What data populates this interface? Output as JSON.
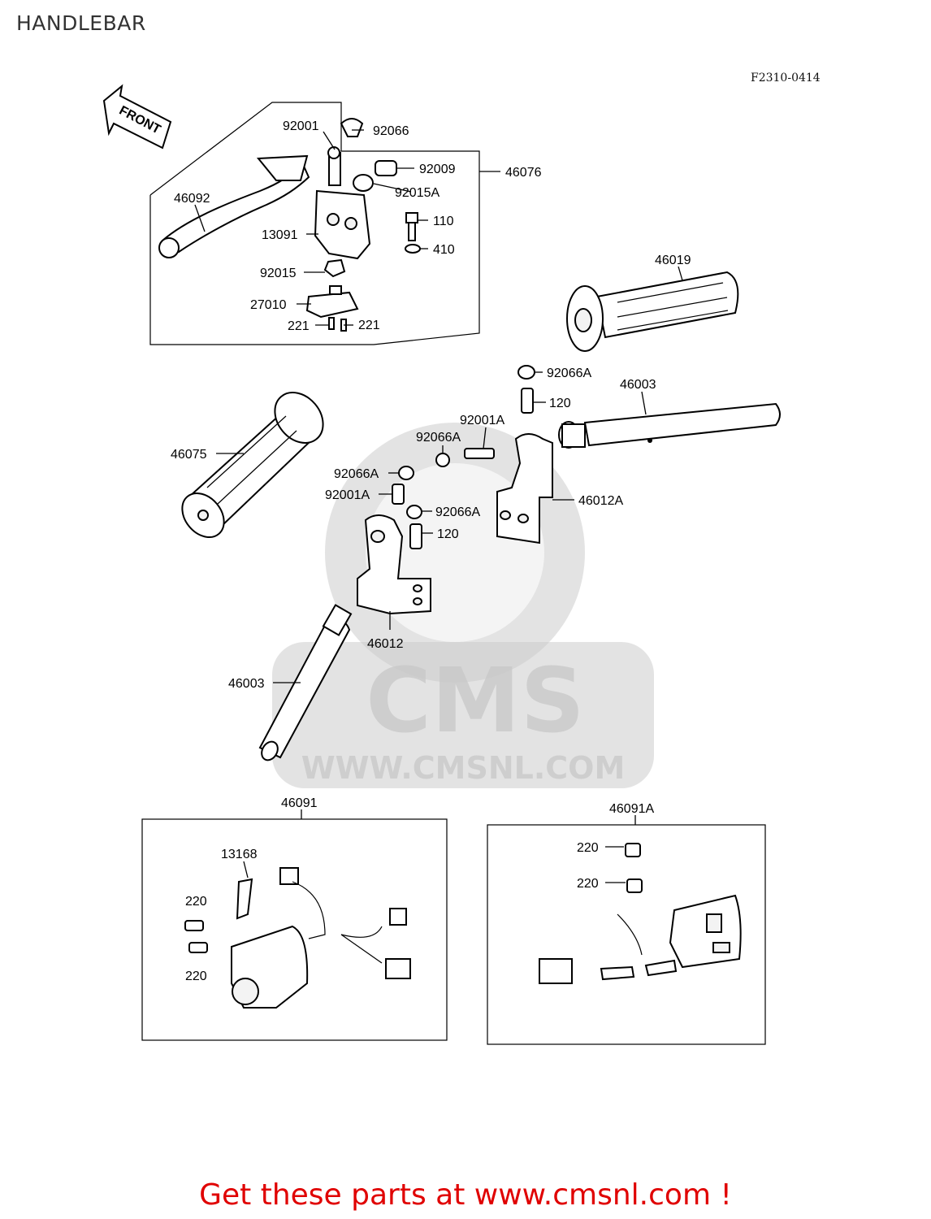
{
  "header": {
    "title": "HANDLEBAR",
    "figure_code": "F2310-0414"
  },
  "watermark": {
    "brand": "CMS",
    "url": "WWW.CMSNL.COM"
  },
  "footer": {
    "cta": "Get these parts at www.cmsnl.com !"
  },
  "diagram": {
    "front_arrow": "FRONT",
    "labels": {
      "l_92001": "92001",
      "l_92066": "92066",
      "l_92009": "92009",
      "l_46076": "46076",
      "l_92015A": "92015A",
      "l_46092": "46092",
      "l_110": "110",
      "l_13091": "13091",
      "l_410": "410",
      "l_92015": "92015",
      "l_27010": "27010",
      "l_221a": "221",
      "l_221b": "221",
      "l_46019": "46019",
      "l_92066A_1": "92066A",
      "l_46003_top": "46003",
      "l_120_1": "120",
      "l_92001A_1": "92001A",
      "l_92066A_2": "92066A",
      "l_46075": "46075",
      "l_92066A_3": "92066A",
      "l_92001A_2": "92001A",
      "l_92066A_4": "92066A",
      "l_46012A": "46012A",
      "l_120_2": "120",
      "l_46012": "46012",
      "l_46003_bottom": "46003",
      "l_46091": "46091",
      "l_46091A": "46091A",
      "l_13168": "13168",
      "l_220_1": "220",
      "l_220_2": "220",
      "l_220_3": "220",
      "l_220_4": "220"
    }
  }
}
